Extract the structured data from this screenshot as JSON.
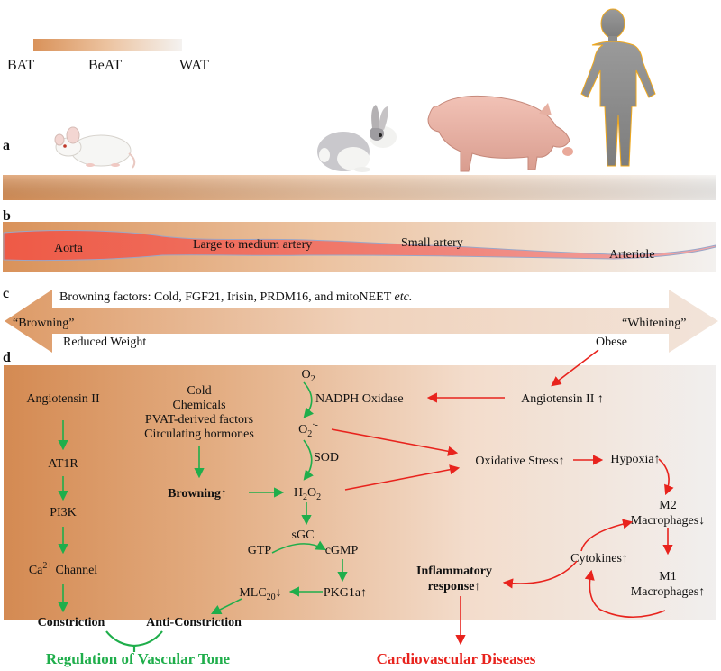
{
  "legend": {
    "left": "BAT",
    "middle": "BeAT",
    "right": "WAT"
  },
  "panels": {
    "a": "a",
    "b": "b",
    "c": "c",
    "d": "d"
  },
  "vessels": {
    "v1": "Aorta",
    "v2": "Large to medium artery",
    "v3": "Small artery",
    "v4": "Arteriole"
  },
  "arrow": {
    "factors_prefix": "Browning factors: Cold, FGF21, Irisin, PRDM16, and mitoNEET ",
    "factors_etc": "etc.",
    "left_label": "“Browning”",
    "right_label": "“Whitening”",
    "left_sub": "Reduced Weight",
    "right_sub": "Obese"
  },
  "left_chain": {
    "angiotensin": "Angiotensin II",
    "at1r": "AT1R",
    "pi3k": "PI3K",
    "ca_base": "Ca",
    "ca_sup": "2+",
    "ca_rest": " Channel",
    "constriction": "Constriction",
    "anti": "Anti-Constriction",
    "regulation": "Regulation of Vascular Tone"
  },
  "stimuli": {
    "l1": "Cold",
    "l2": "Chemicals",
    "l3": "PVAT-derived factors",
    "l4": "Circulating hormones"
  },
  "middle": {
    "browning": "Browning↑",
    "o2_base": "O",
    "o2_sub": "2",
    "nadph": "NADPH Oxidase",
    "sup_base": "O",
    "sup_sub": "2",
    "sup_sup": "·-",
    "sod": "SOD",
    "h2o2_h": "H",
    "h2o2_2a": "2",
    "h2o2_o": "O",
    "h2o2_2b": "2",
    "sgc": "sGC",
    "gtp": "GTP",
    "cgmp": "cGMP",
    "pkg": "PKG1a↑",
    "mlc_base": "MLC",
    "mlc_sub": "20",
    "mlc_arrow": "↓"
  },
  "right": {
    "angiotensin_up": "Angiotensin II ↑",
    "oxidative": "Oxidative Stress↑",
    "hypoxia": "Hypoxia↑",
    "m2_l1": "M2",
    "m2_l2": "Macrophages↓",
    "m1_l1": "M1",
    "m1_l2": "Macrophages↑",
    "cytokines": "Cytokines↑",
    "inflam_l1": "Inflammatory",
    "inflam_l2": "response↑",
    "cvd": "Cardiovascular Diseases"
  },
  "colors": {
    "green": "#1fae4b",
    "red": "#e8231d",
    "bat": "#d9925a",
    "wat": "#f5f3f1"
  }
}
